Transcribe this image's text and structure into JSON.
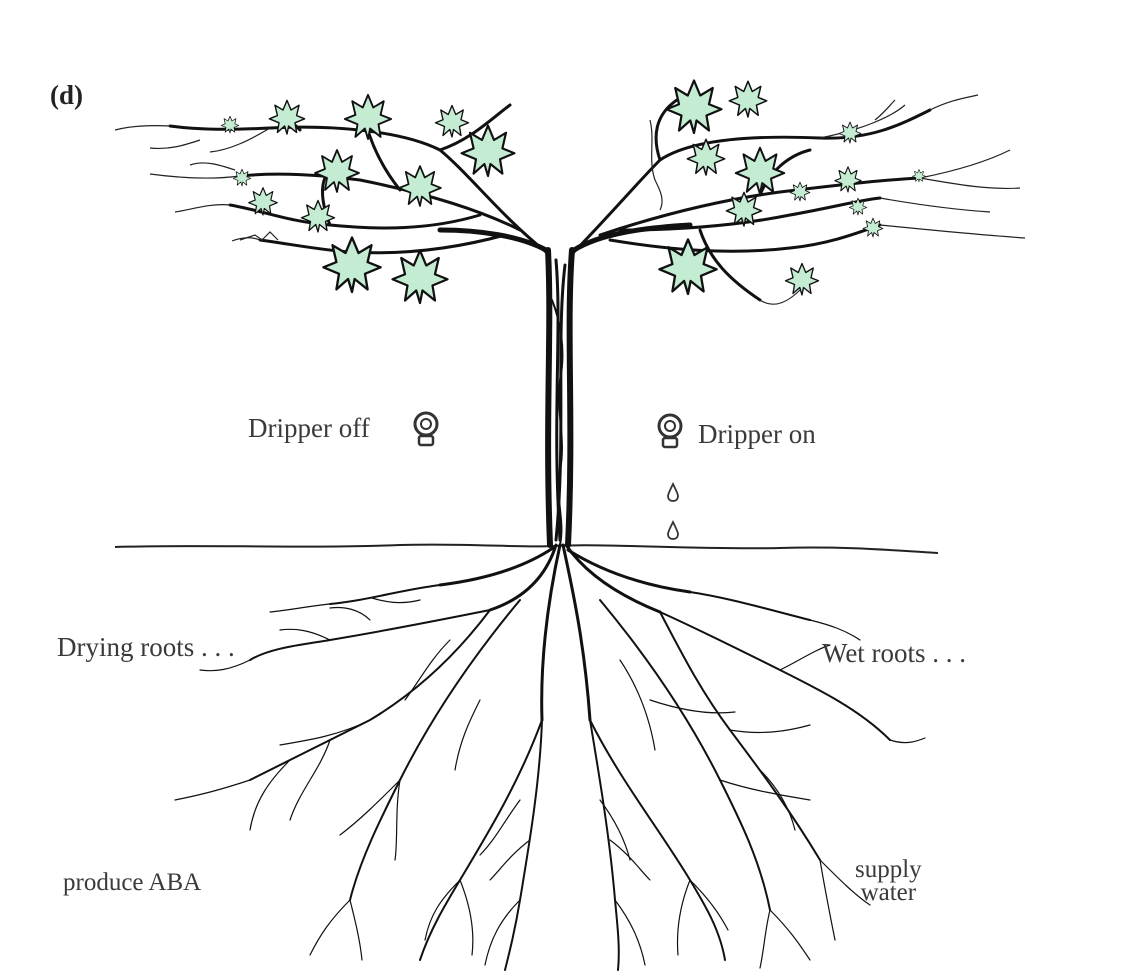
{
  "panel_label": "(d)",
  "dripper_off": "Dripper off",
  "dripper_on": "Dripper on",
  "left_roots": "Drying roots . . .",
  "right_roots": "Wet roots . . .",
  "left_effect": "produce ABA",
  "right_effect_line1": "supply",
  "right_effect_line2": "water",
  "colors": {
    "leaf_fill": "#c4ecd2",
    "ink": "#111111",
    "text": "#3a3a3a"
  },
  "icons": [
    "dripper-off-icon",
    "dripper-on-icon",
    "water-drop-icon",
    "vine-leaf-icon"
  ]
}
